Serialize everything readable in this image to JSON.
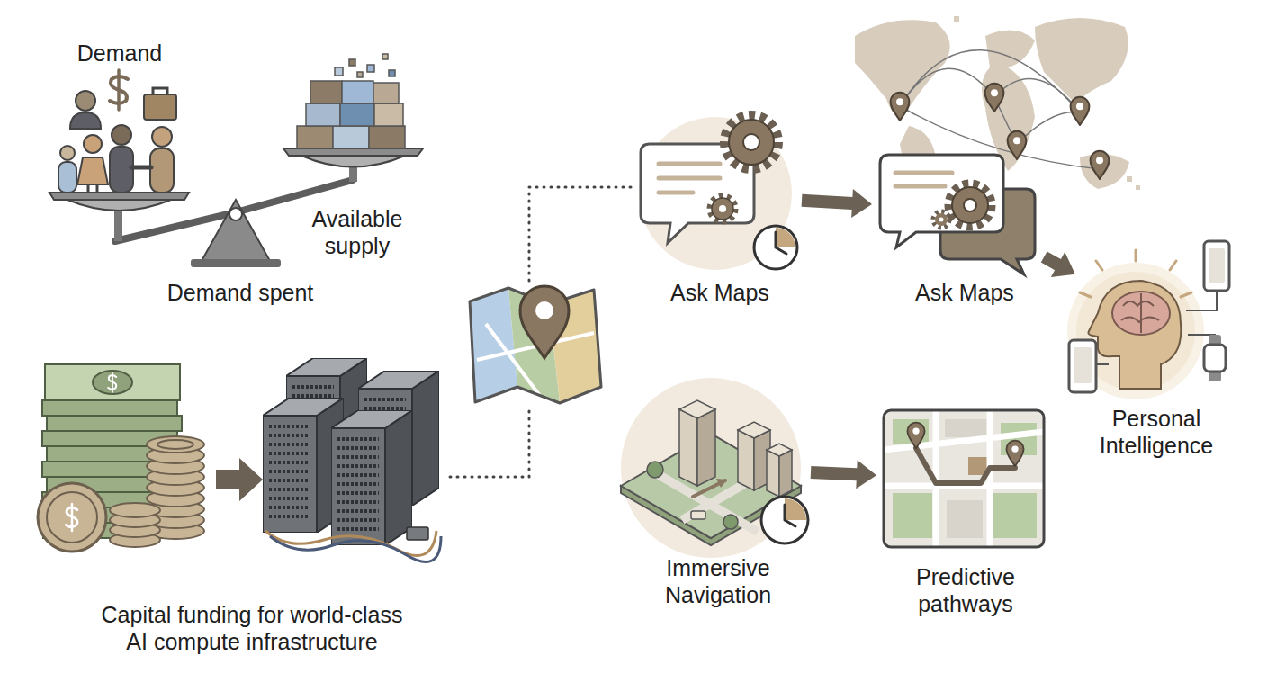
{
  "diagram": {
    "nodes": [
      {
        "text": [
          "Demand",
          "Available supply",
          "Demand spent"
        ]
      },
      {
        "text": [
          "Capital funding for world-class AI compute infrastructure"
        ]
      },
      {
        "text": [
          "Ask Maps"
        ]
      },
      {
        "text": [
          "Ask Maps"
        ]
      },
      {
        "text": [
          "Personal Intelligence"
        ]
      },
      {
        "text": [
          "Immersive Navigation"
        ]
      },
      {
        "text": [
          "Predictive pathways"
        ]
      }
    ],
    "edges": [
      {
        "from": 2,
        "to": 3,
        "arrow": "to"
      },
      {
        "from": 3,
        "to": 4,
        "arrow": "to"
      },
      {
        "from": 5,
        "to": 6,
        "arrow": "to"
      }
    ]
  }
}
